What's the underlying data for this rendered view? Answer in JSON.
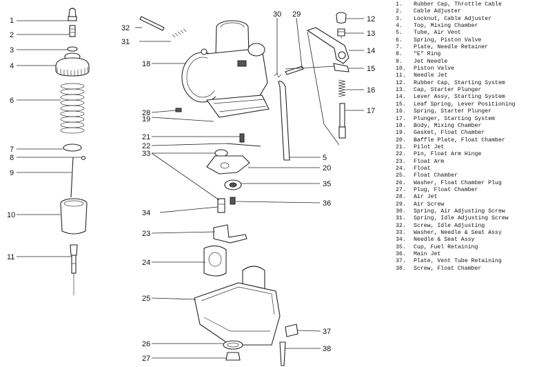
{
  "callouts": [
    "1",
    "2",
    "3",
    "4",
    "6",
    "7",
    "8",
    "9",
    "10",
    "11",
    "18",
    "19",
    "21",
    "22",
    "23",
    "24",
    "25",
    "26",
    "27",
    "28",
    "31",
    "32",
    "33",
    "34",
    "30",
    "29",
    "5",
    "20",
    "35",
    "36",
    "37",
    "38",
    "12",
    "13",
    "14",
    "15",
    "16",
    "17"
  ],
  "parts": [
    {
      "num": "1.",
      "name": "Rubber Cap, Throttle Cable"
    },
    {
      "num": "2.",
      "name": "Cable Adjuster"
    },
    {
      "num": "3.",
      "name": "Locknut, Cable Adjuster"
    },
    {
      "num": "4.",
      "name": "Top, Mixing Chamber"
    },
    {
      "num": "5.",
      "name": "Tube, Air Vent"
    },
    {
      "num": "6.",
      "name": "Spring, Piston Valve"
    },
    {
      "num": "7.",
      "name": "Plate, Needle Retainer"
    },
    {
      "num": "8.",
      "name": "\"E\" Ring"
    },
    {
      "num": "9.",
      "name": "Jet Needle"
    },
    {
      "num": "10.",
      "name": "Piston Valve"
    },
    {
      "num": "11.",
      "name": "Needle Jet"
    },
    {
      "num": "12.",
      "name": "Rubber Cap, Starting System"
    },
    {
      "num": "13.",
      "name": "Cap, Starter Plunger"
    },
    {
      "num": "14.",
      "name": "Lever Assy, Starting System"
    },
    {
      "num": "15.",
      "name": "Leaf Spring, Lever Positioning"
    },
    {
      "num": "16.",
      "name": "Spring, Starter Plunger"
    },
    {
      "num": "17.",
      "name": "Plunger, Starting System"
    },
    {
      "num": "18.",
      "name": "Body, Mixing Chamber"
    },
    {
      "num": "19.",
      "name": "Gasket, Float Chamber"
    },
    {
      "num": "20.",
      "name": "Baffle Plate, Float Chamber"
    },
    {
      "num": "21.",
      "name": "Pilot Jet"
    },
    {
      "num": "22.",
      "name": "Pin, Float Arm Hinge"
    },
    {
      "num": "23.",
      "name": "Float Arm"
    },
    {
      "num": "24.",
      "name": "Float"
    },
    {
      "num": "25.",
      "name": "Float Chamber"
    },
    {
      "num": "26.",
      "name": "Washer, Float Chamber Plug"
    },
    {
      "num": "27.",
      "name": "Plug, Float Chamber"
    },
    {
      "num": "28.",
      "name": "Air Jet"
    },
    {
      "num": "29.",
      "name": "Air Screw"
    },
    {
      "num": "30.",
      "name": "Spring, Air Adjusting Screw"
    },
    {
      "num": "31.",
      "name": "Spring, Idle Adjusting Screw"
    },
    {
      "num": "32.",
      "name": "Screw, Idle Adjusting"
    },
    {
      "num": "33.",
      "name": "Washer, Needle & Seat Assy"
    },
    {
      "num": "34.",
      "name": "Needle & Seat Assy"
    },
    {
      "num": "35.",
      "name": "Cup, Fuel Retaining"
    },
    {
      "num": "36.",
      "name": "Main Jet"
    },
    {
      "num": "37.",
      "name": "Plate, Vent Tube Retaining"
    },
    {
      "num": "38.",
      "name": "Screw, Float Chamber"
    }
  ]
}
